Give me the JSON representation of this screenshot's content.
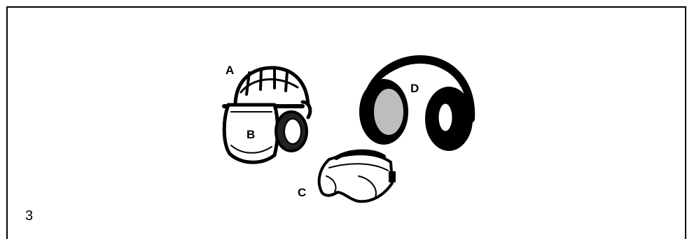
{
  "figure": {
    "number": "3",
    "labels": {
      "a": "A",
      "b": "B",
      "c": "C",
      "d": "D"
    },
    "items": [
      {
        "key": "A",
        "name": "helmet"
      },
      {
        "key": "B",
        "name": "face-visor"
      },
      {
        "key": "C",
        "name": "safety-goggles"
      },
      {
        "key": "D",
        "name": "ear-defenders"
      }
    ]
  }
}
